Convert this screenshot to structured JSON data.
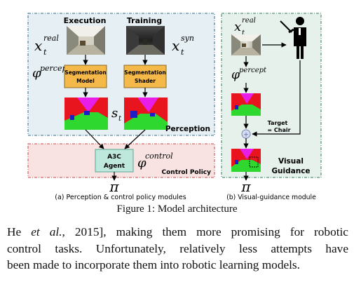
{
  "figure": {
    "left_panel": {
      "execution_label": "Execution",
      "training_label": "Training",
      "x_real": "x",
      "x_real_sup": "real",
      "x_real_sub": "t",
      "x_syn": "x",
      "x_syn_sup": "syn",
      "x_syn_sub": "t",
      "phi_percept": "φ",
      "phi_percept_sup": "percept",
      "seg_model_line1": "Segmentation",
      "seg_model_line2": "Model",
      "seg_shader_line1": "Segmentation",
      "seg_shader_line2": "Shader",
      "s_t": "s",
      "s_t_sub": "t",
      "perception_label": "Perception",
      "agent_line1": "A3C",
      "agent_line2": "Agent",
      "phi_control": "φ",
      "phi_control_sup": "control",
      "control_policy_label": "Control Policy",
      "pi": "π",
      "subcaption": "(a) Perception & control policy modules"
    },
    "right_panel": {
      "x_real": "x",
      "x_real_sup": "real",
      "x_real_sub": "t",
      "phi_percept": "φ",
      "phi_percept_sup": "percept",
      "target_line1": "Target",
      "target_line2": "= Chair",
      "plus": "+",
      "guidance_line1": "Visual",
      "guidance_line2": "Guidance",
      "pi": "π",
      "subcaption": "(b) Visual-guidance module"
    },
    "caption": "Figure 1: Model architecture",
    "colors": {
      "panel_blue": "#e6eff3",
      "panel_green": "#e7f1ec",
      "panel_pink": "#f8e2e2",
      "seg_box": "#f5b94a",
      "agent_box": "#bfe8dd",
      "seg_magenta": "#e81ee8",
      "seg_red": "#e8141e",
      "seg_green": "#2ed82e",
      "seg_blue": "#1e1ec8"
    }
  },
  "body_text": {
    "line1_pre": "He ",
    "line1_etal": "et al.",
    "line1_post": ", 2015], making them more promising for robotic",
    "line2": "control tasks.  Unfortunately, relatively less attempts have",
    "line3": "been made to incorporate them into robotic learning models."
  }
}
